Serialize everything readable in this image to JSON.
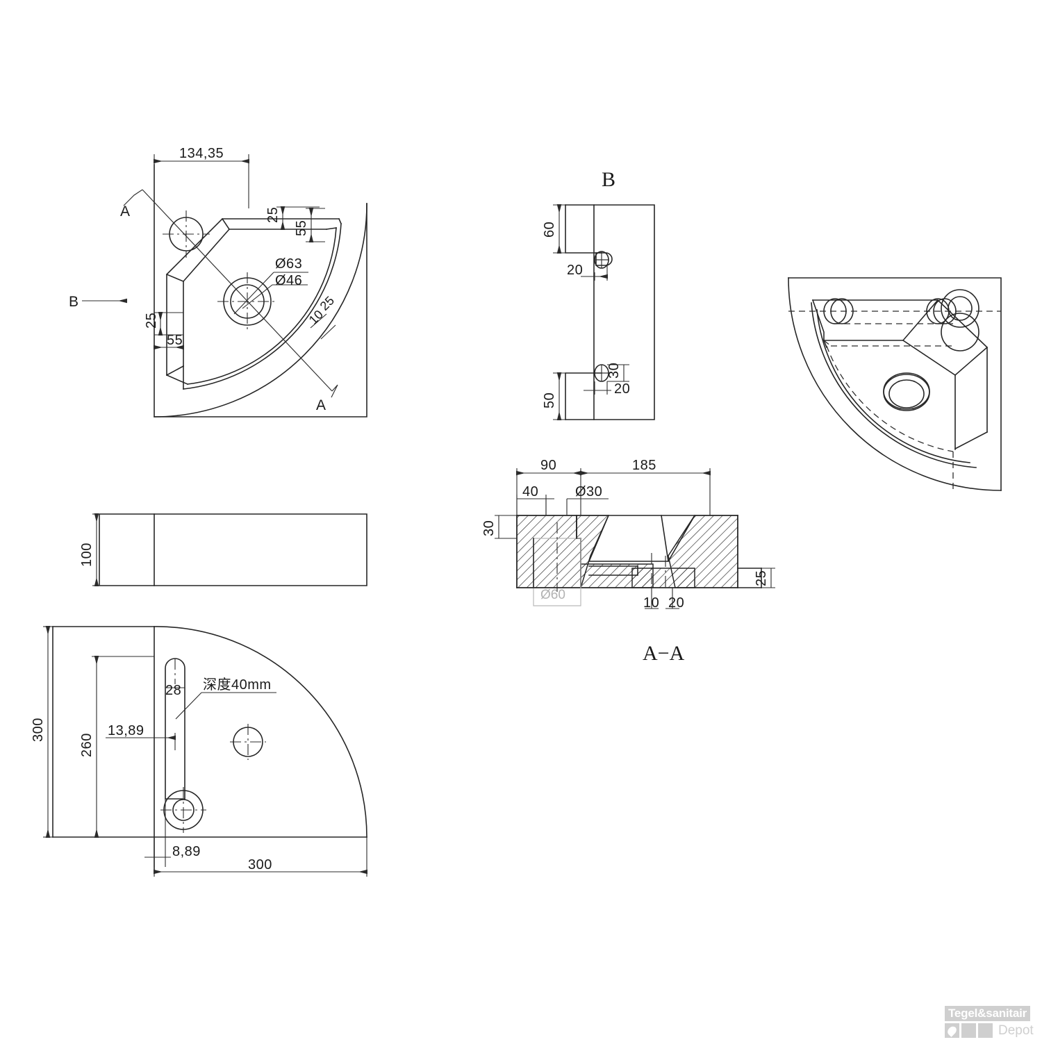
{
  "drawing": {
    "title": "Corner washbasin technical drawing",
    "units": "mm",
    "line_color": "#262626",
    "ghost_color": "#b3b3b3"
  },
  "views": {
    "top_plan": {
      "name": "Top plan view",
      "section_marker_a1": "A",
      "section_marker_a2": "A",
      "section_marker_b": "B",
      "dims": {
        "width_overall": "134,35",
        "top_25": "25",
        "top_55": "55",
        "left_25": "25",
        "left_55": "55",
        "hole_outer": "Ø63",
        "hole_inner": "Ø46",
        "arc_25": "25",
        "arc_10": "10"
      }
    },
    "view_b": {
      "name": "B elevation view",
      "label": "B",
      "dims": {
        "top_60": "60",
        "top_20": "20",
        "bot_30": "30",
        "bot_20": "20",
        "bot_50": "50"
      }
    },
    "section_aa": {
      "name": "A-A cross section",
      "label": "A−A",
      "dims": {
        "d_90": "90",
        "d_185": "185",
        "d_40": "40",
        "d_30_dia": "Ø30",
        "d_30_left": "30",
        "d_25_right": "25",
        "d_10": "10",
        "d_20": "20",
        "d_60_ghost": "Ø60"
      }
    },
    "side_elevation": {
      "name": "Side elevation view",
      "dims": {
        "height_100": "100"
      }
    },
    "bottom_plan": {
      "name": "Bottom plan view",
      "dims": {
        "h_300": "300",
        "h_260": "260",
        "w_300": "300",
        "d_28": "28",
        "d_13_89": "13,89",
        "d_8_89": "8,89",
        "note_depth": "深度40mm"
      }
    },
    "iso": {
      "name": "Isometric view"
    }
  },
  "logo": {
    "brand_top": "Tegel&sanitair",
    "brand_bottom": "Depot",
    "icon": "water-drop-icon",
    "color": "#cfcfcf"
  }
}
